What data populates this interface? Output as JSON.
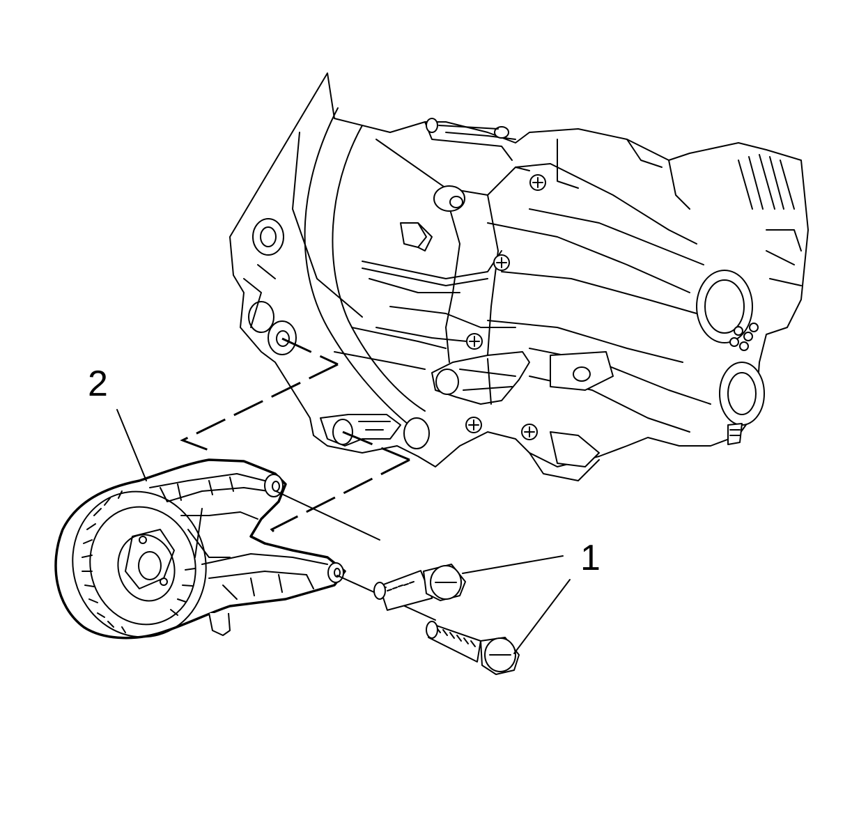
{
  "callouts": [
    {
      "id": "bolt",
      "label": "1"
    },
    {
      "id": "mount",
      "label": "2"
    }
  ]
}
